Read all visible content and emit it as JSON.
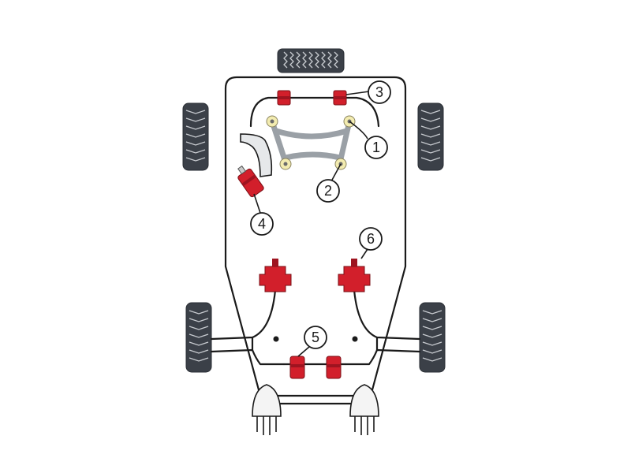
{
  "callouts": [
    {
      "label": "1"
    },
    {
      "label": "2"
    },
    {
      "label": "3"
    },
    {
      "label": "4"
    },
    {
      "label": "5"
    },
    {
      "label": "6"
    }
  ],
  "colors": {
    "bush": "#d21f2b",
    "tyre": "#3b4048",
    "mount": "#f3ecb0",
    "subframe": "#9aa0a6"
  },
  "icons": [
    "tyre-icon",
    "bush-icon",
    "mount-icon"
  ]
}
